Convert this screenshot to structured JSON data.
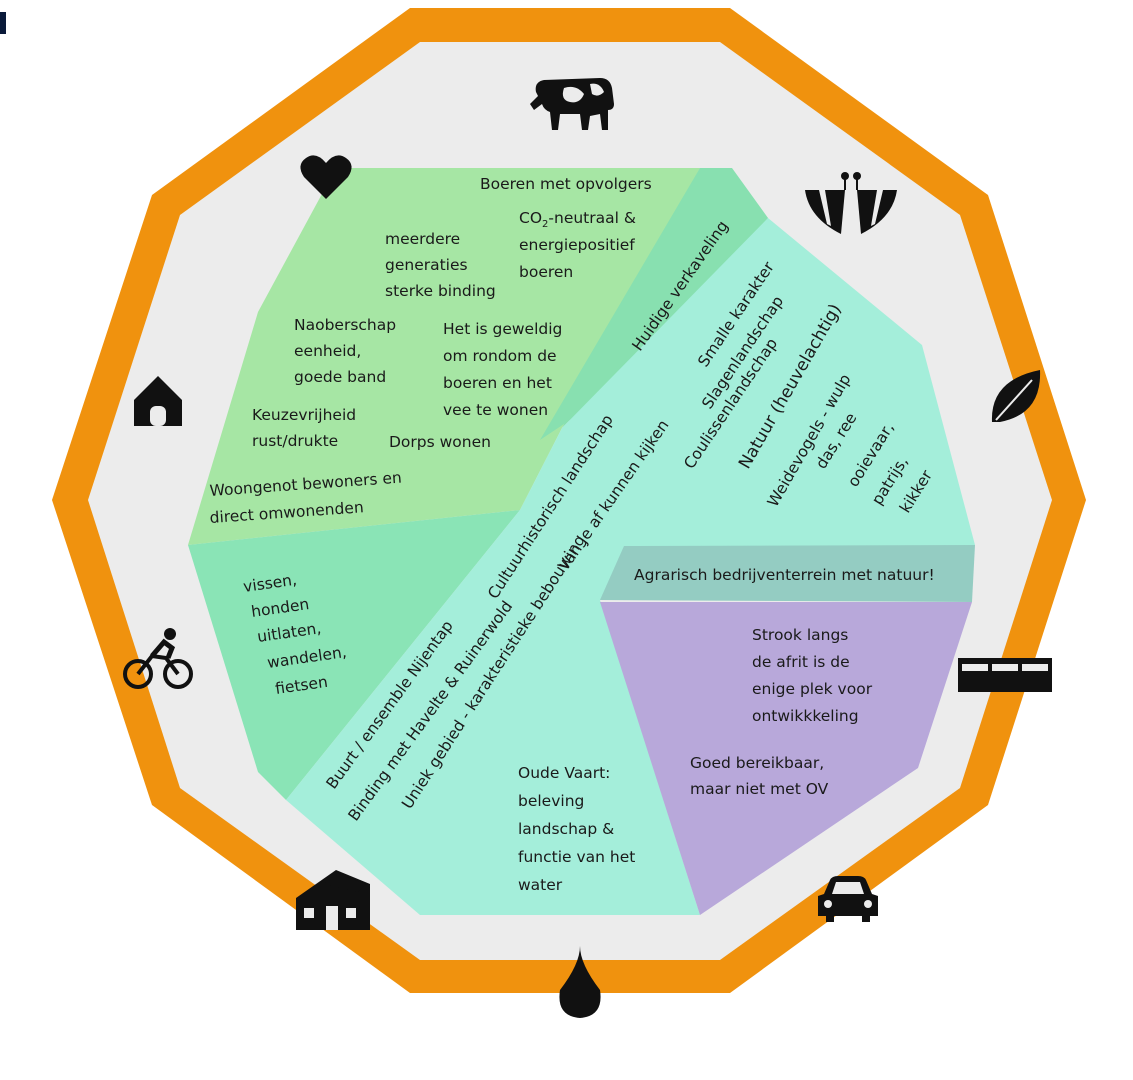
{
  "colors": {
    "ring": "#F0920E",
    "plate": "#ECECEC",
    "green_top": "#A6E6A4",
    "green_strip": "#88E0B0",
    "green_left": "#8AE4B6",
    "teal": "#A4EEDA",
    "teal_band": "#94CCC2",
    "purple": "#B8A8DA"
  },
  "icons": {
    "top": "cow-icon",
    "top_right": "field-road-icon",
    "right": "leaf-icon",
    "lower_right": "industrial-buildings-icon",
    "bottom_right": "car-icon",
    "bottom": "water-drop-icon",
    "bottom_left": "farmhouse-icon",
    "left": "cyclist-icon",
    "upper_left": "house-icon",
    "top_left": "heart-icon"
  },
  "sections": {
    "wonen": {
      "boeren_opvolgers": "Boeren met opvolgers",
      "co2_line1": "CO",
      "co2_sub": "2",
      "co2_line1_rest": "-neutraal &",
      "co2_line2": "energiepositief",
      "co2_line3": "boeren",
      "generaties": [
        "meerdere",
        "generaties",
        "sterke binding"
      ],
      "naoberschap": [
        "Naoberschap",
        "eenheid,",
        "goede band"
      ],
      "geweldig": [
        "Het is geweldig",
        "om rondom de",
        "boeren en het",
        "vee te wonen"
      ],
      "keuzevrijheid": [
        "Keuzevrijheid",
        "rust/drukte"
      ],
      "dorps": "Dorps wonen",
      "woongenot": [
        "Woongenot bewoners en",
        "direct omwonenden"
      ]
    },
    "verkaveling": "Huidige verkaveling",
    "natuur": {
      "smalle": "Smalle karakter",
      "slagen": "Slagenlandschap",
      "coulissen": "Coulissenlandschap",
      "natuur_heuvel": "Natuur (heuvelachtig)",
      "weidevogels": "Weidevogels - wulp",
      "fauna": [
        "das, ree",
        "ooievaar,",
        "patrijs,",
        "kikker"
      ]
    },
    "landschap": {
      "cultuur": "Cultuurhistorisch landschap",
      "afkijken": "Van je af kunnen kijken",
      "buurt": "Buurt / ensemble Nijentap",
      "binding": "Binding met Havelte & Ruinerwold",
      "uniek": "Uniek gebied - karakteristieke bebouwing"
    },
    "recreatie": [
      "vissen,",
      "honden",
      "uitlaten,",
      "wandelen,",
      "fietsen"
    ],
    "water": [
      "Oude Vaart:",
      "beleving",
      "landschap &",
      "functie van het",
      "water"
    ],
    "bedrijventerrein": "Agrarisch bedrijventerrein met natuur!",
    "ontwikkeling": {
      "strook": [
        "Strook langs",
        "de afrit is de",
        "enige plek voor",
        "ontwikkkeling"
      ],
      "bereikbaar": [
        "Goed bereikbaar,",
        "maar niet met OV"
      ]
    }
  }
}
